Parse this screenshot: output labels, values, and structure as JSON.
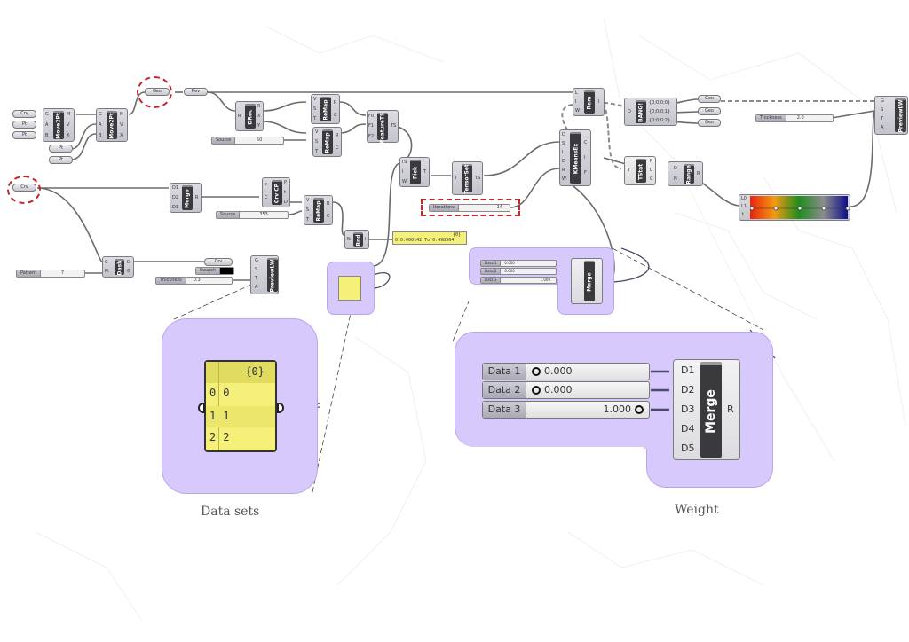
{
  "canvas": {
    "wire_color": "#6b6b6b",
    "highlight_color": "#c0272d",
    "group_color": "#d7c9fb",
    "panel_color": "#f5f07a"
  },
  "params": {
    "crv1": "Crv",
    "pt1": "Pt",
    "pt2": "Pt",
    "pt3": "Pt",
    "pt4": "Pt",
    "geo": "Geo",
    "rev": "Rev",
    "crv2": "Crv",
    "crv3": "Crv",
    "swatch": "Swatch",
    "geo_out1": "Geo",
    "geo_out2": "Geo",
    "geo_out3": "Geo"
  },
  "components": {
    "move2pt_a": {
      "name": "Move2Pt",
      "inputs": [
        "G",
        "A",
        "B"
      ],
      "outputs": [
        "M",
        "V",
        "X"
      ]
    },
    "move2pt_b": {
      "name": "Move2Pt",
      "inputs": [
        "G",
        "A",
        "B"
      ],
      "outputs": [
        "M",
        "V",
        "X"
      ]
    },
    "drec": {
      "name": "DRec",
      "inputs": [
        "R"
      ],
      "outputs": [
        "R",
        "X",
        "Y"
      ]
    },
    "remap_a": {
      "name": "ReMap",
      "inputs": [
        "V",
        "S",
        "T"
      ],
      "outputs": [
        "R",
        "C"
      ]
    },
    "remap_b": {
      "name": "ReMap",
      "inputs": [
        "V",
        "S",
        "T"
      ],
      "outputs": [
        "R",
        "C"
      ]
    },
    "remap_c": {
      "name": "ReMap",
      "inputs": [
        "V",
        "S",
        "T"
      ],
      "outputs": [
        "R",
        "C"
      ]
    },
    "featurets": {
      "name": "FeatureTS",
      "inputs": [
        "F0",
        "F1",
        "F2"
      ],
      "outputs": [
        "TS"
      ]
    },
    "merge_small": {
      "name": "Merge",
      "inputs": [
        "D1",
        "D2",
        "D3"
      ],
      "outputs": [
        "R"
      ]
    },
    "crvcp": {
      "name": "Crv CP",
      "inputs": [
        "P",
        "C"
      ],
      "outputs": [
        "P",
        "t",
        "D"
      ]
    },
    "bnd": {
      "name": "Bnd",
      "inputs": [
        "N"
      ],
      "outputs": [
        "I"
      ]
    },
    "dash": {
      "name": "Dash",
      "inputs": [
        "C",
        "Pt"
      ],
      "outputs": [
        "D",
        "G"
      ]
    },
    "previewlw_a": {
      "name": "PreviewLW",
      "inputs": [
        "G",
        "S",
        "T",
        "A"
      ],
      "outputs": []
    },
    "pick": {
      "name": "Pick",
      "inputs": [
        "TS",
        "I",
        "W"
      ],
      "outputs": [
        "T"
      ]
    },
    "tensorset": {
      "name": "TensorSet",
      "inputs": [
        "T"
      ],
      "outputs": [
        "TS"
      ]
    },
    "kmeansex": {
      "name": "KMeansEx",
      "inputs": [
        "D",
        "S",
        "I",
        "E",
        "R",
        "W"
      ],
      "outputs": [
        "C",
        "I",
        "F"
      ]
    },
    "rem": {
      "name": "Rem",
      "inputs": [
        "L",
        "I",
        "W"
      ],
      "outputs": [
        "I"
      ]
    },
    "bang": {
      "name": "BANG!",
      "inputs": [
        "D"
      ],
      "outputs": [
        "{0;0;0;0}",
        "{0;0;0;1}",
        "{0;0;0;2}"
      ]
    },
    "tstat": {
      "name": "TStat",
      "inputs": [
        "T"
      ],
      "outputs": [
        "P",
        "L",
        "C"
      ]
    },
    "range": {
      "name": "Range",
      "inputs": [
        "D",
        "N"
      ],
      "outputs": [
        "R"
      ]
    },
    "previewlw_b": {
      "name": "PreviewLW",
      "inputs": [
        "G",
        "S",
        "T",
        "A"
      ],
      "outputs": []
    },
    "merge_weight": {
      "name": "Merge",
      "inputs": [
        "D1",
        "D2",
        "D3",
        "D4",
        "D5"
      ],
      "outputs": [
        "R"
      ]
    }
  },
  "sliders": {
    "source1": {
      "label": "Source",
      "value": "50"
    },
    "source2": {
      "label": "Source",
      "value": "353"
    },
    "pattern": {
      "label": "Pattern",
      "value": "7"
    },
    "thickness_a": {
      "label": "Thickness",
      "value": "0.3"
    },
    "iterations": {
      "label": "Iterations",
      "value": "14"
    },
    "thickness_b": {
      "label": "Thickness",
      "value": "2.0"
    },
    "data1": {
      "label": "Data 1",
      "value": "0.000"
    },
    "data2": {
      "label": "Data 2",
      "value": "0.000"
    },
    "data3": {
      "label": "Data 3",
      "value": "1.000"
    }
  },
  "bounds_panel": {
    "header": "{0}",
    "index": "0",
    "value": "0.000142 To 0.498564"
  },
  "dataset_panel": {
    "header": "{0}",
    "rows": [
      {
        "index": "0",
        "value": "0"
      },
      {
        "index": "1",
        "value": "1"
      },
      {
        "index": "2",
        "value": "2"
      }
    ]
  },
  "gradient": {
    "inputs": [
      "L0",
      "L1",
      "t"
    ],
    "colors": [
      "#e8230f",
      "#f39a12",
      "#1f8d1e",
      "#8c8c8c",
      "#0d0e8c"
    ]
  },
  "captions": {
    "datasets": "Data sets",
    "weight": "Weight"
  }
}
